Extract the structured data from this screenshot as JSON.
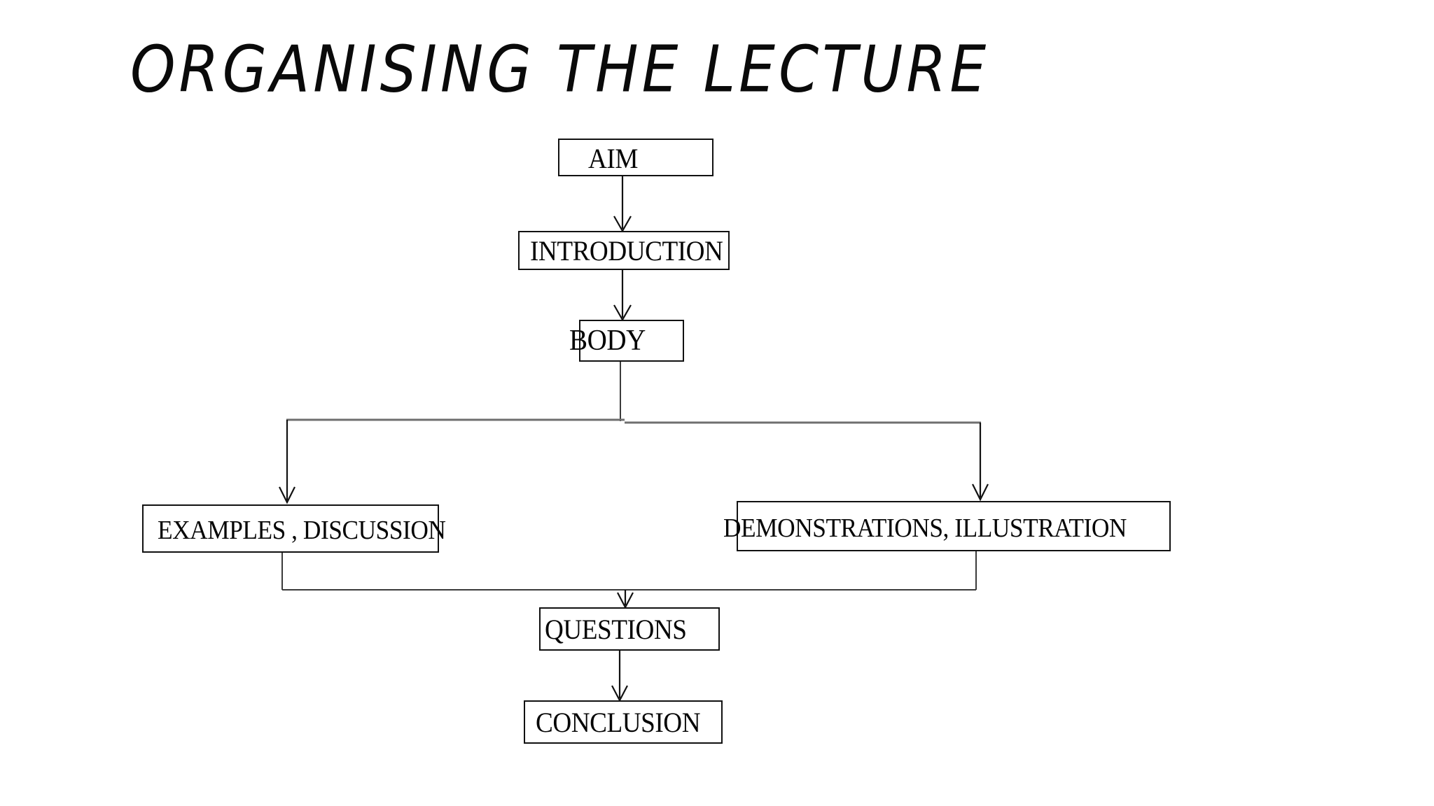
{
  "slide": {
    "title": "ORGANISING THE LECTURE",
    "background_color": "#ffffff",
    "line_color": "#111111",
    "text_color": "#050505"
  },
  "diagram": {
    "type": "flowchart",
    "orientation": "top-down",
    "nodes": [
      {
        "id": "aim",
        "label": "AIM"
      },
      {
        "id": "introduction",
        "label": "INTRODUCTION"
      },
      {
        "id": "body",
        "label": "BODY"
      },
      {
        "id": "examples",
        "label": "EXAMPLES , DISCUSSION"
      },
      {
        "id": "demos",
        "label": "DEMONSTRATIONS, ILLUSTRATION"
      },
      {
        "id": "questions",
        "label": "QUESTIONS"
      },
      {
        "id": "conclusion",
        "label": "CONCLUSION"
      }
    ],
    "edges": [
      {
        "from": "aim",
        "to": "introduction",
        "style": "arrow"
      },
      {
        "from": "introduction",
        "to": "body",
        "style": "arrow"
      },
      {
        "from": "body",
        "to": "examples",
        "style": "split-arrow"
      },
      {
        "from": "body",
        "to": "demos",
        "style": "split-arrow"
      },
      {
        "from": "examples",
        "to": "questions",
        "style": "merge-arrow"
      },
      {
        "from": "demos",
        "to": "questions",
        "style": "merge-arrow"
      },
      {
        "from": "questions",
        "to": "conclusion",
        "style": "arrow"
      }
    ]
  }
}
